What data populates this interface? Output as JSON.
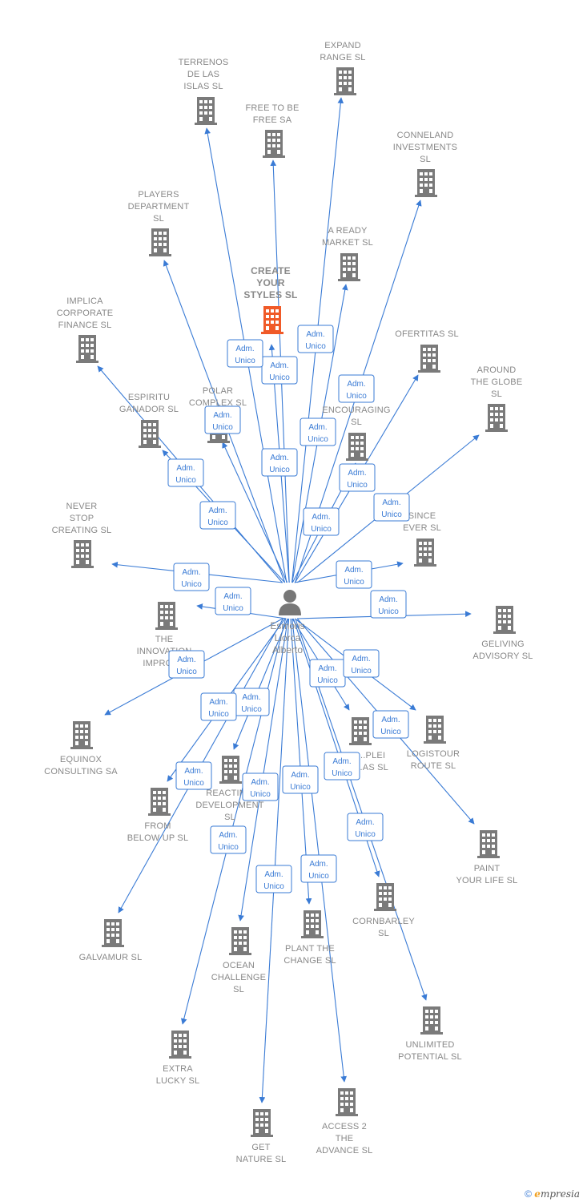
{
  "colors": {
    "edge": "#3a7bd5",
    "building": "#7a7a7a",
    "highlight_building": "#f05a28",
    "person": "#777777",
    "label": "#888888"
  },
  "person": {
    "name": [
      "Esmoris",
      "Llorca",
      "Alberto"
    ],
    "icon": "person-icon"
  },
  "role_label": [
    "Adm.",
    "Unico"
  ],
  "companies": [
    {
      "id": "terrenos",
      "lines": [
        "TERRENOS",
        "DE LAS",
        "ISLAS  SL"
      ]
    },
    {
      "id": "expand",
      "lines": [
        "EXPAND",
        "RANGE  SL"
      ]
    },
    {
      "id": "free",
      "lines": [
        "FREE TO BE",
        "FREE SA"
      ]
    },
    {
      "id": "conneland",
      "lines": [
        "CONNELAND",
        "INVESTMENTS",
        "SL"
      ]
    },
    {
      "id": "players",
      "lines": [
        "PLAYERS",
        "DEPARTMENT",
        "SL"
      ]
    },
    {
      "id": "ready",
      "lines": [
        "A READY",
        "MARKET  SL"
      ]
    },
    {
      "id": "create",
      "lines": [
        "CREATE",
        "YOUR",
        "STYLES  SL"
      ],
      "highlight": true
    },
    {
      "id": "implica",
      "lines": [
        "IMPLICA",
        "CORPORATE",
        "FINANCE  SL"
      ]
    },
    {
      "id": "ofertitas",
      "lines": [
        "OFERTITAS  SL"
      ]
    },
    {
      "id": "around",
      "lines": [
        "AROUND",
        "THE GLOBE",
        "SL"
      ]
    },
    {
      "id": "polar",
      "lines": [
        "POLAR",
        "COMPLEX  SL"
      ]
    },
    {
      "id": "espiritu",
      "lines": [
        "ESPIRITU",
        "GANADOR SL"
      ]
    },
    {
      "id": "encouraging",
      "lines": [
        "L...G",
        "ENCOURAGING",
        "SL"
      ]
    },
    {
      "id": "never",
      "lines": [
        "NEVER",
        "STOP",
        "CREATING  SL"
      ]
    },
    {
      "id": "since",
      "lines": [
        "SINCE",
        "EVER  SL"
      ]
    },
    {
      "id": "innovation",
      "lines": [
        "THE",
        "INNOVATION",
        "IMPROV..."
      ]
    },
    {
      "id": "geliving",
      "lines": [
        "GELIVING",
        "ADVISORY  SL"
      ]
    },
    {
      "id": "equinox",
      "lines": [
        "EQUINOX",
        "CONSULTING SA"
      ]
    },
    {
      "id": "plei",
      "lines": [
        "...PLEI",
        "...AS  SL"
      ]
    },
    {
      "id": "logistour",
      "lines": [
        "LOGISTOUR",
        "ROUTE  SL"
      ]
    },
    {
      "id": "reacting",
      "lines": [
        "REACTIN...",
        "DEVELOPMENT",
        "SL"
      ]
    },
    {
      "id": "frombelow",
      "lines": [
        "FROM",
        "BELOW UP  SL"
      ]
    },
    {
      "id": "paint",
      "lines": [
        "PAINT",
        "YOUR LIFE  SL"
      ]
    },
    {
      "id": "cornbarley",
      "lines": [
        "CORNBARLEY",
        "SL"
      ]
    },
    {
      "id": "galvamur",
      "lines": [
        "GALVAMUR  SL"
      ]
    },
    {
      "id": "ocean",
      "lines": [
        "OCEAN",
        "CHALLENGE",
        "SL"
      ]
    },
    {
      "id": "plant",
      "lines": [
        "PLANT THE",
        "CHANGE  SL"
      ]
    },
    {
      "id": "unlimited",
      "lines": [
        "UNLIMITED",
        "POTENTIAL  SL"
      ]
    },
    {
      "id": "extra",
      "lines": [
        "EXTRA",
        "LUCKY  SL"
      ]
    },
    {
      "id": "access",
      "lines": [
        "ACCESS 2",
        "THE",
        "ADVANCE  SL"
      ]
    },
    {
      "id": "get",
      "lines": [
        "GET",
        "NATURE  SL"
      ]
    }
  ],
  "copyright": {
    "symbol": "©",
    "brand_initial": "e",
    "brand_rest": "mpresia"
  }
}
